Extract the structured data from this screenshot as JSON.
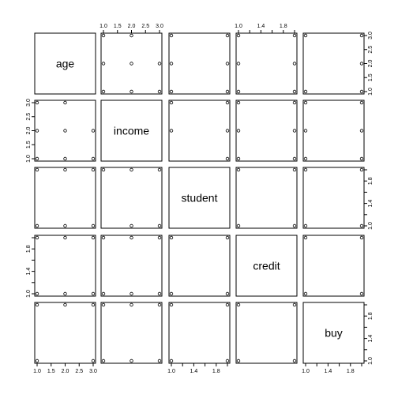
{
  "chart_data": {
    "type": "scatter",
    "subtype": "pairs-matrix",
    "variables": [
      "age",
      "income",
      "student",
      "credit",
      "buy"
    ],
    "ranges": {
      "age": [
        1,
        3
      ],
      "income": [
        1,
        3
      ],
      "student": [
        1,
        2
      ],
      "credit": [
        1,
        2
      ],
      "buy": [
        1,
        2
      ]
    },
    "ticks": {
      "age": [
        "1.0",
        "1.5",
        "2.0",
        "2.5",
        "3.0"
      ],
      "income": [
        "1.0",
        "1.5",
        "2.0",
        "2.5",
        "3.0"
      ],
      "student": [
        "1.0",
        "1.4",
        "1.8"
      ],
      "credit": [
        "1.0",
        "1.4",
        "1.8"
      ],
      "buy": [
        "1.0",
        "1.4",
        "1.8"
      ]
    },
    "tick_values": {
      "age": [
        1,
        1.5,
        2,
        2.5,
        3
      ],
      "income": [
        1,
        1.5,
        2,
        2.5,
        3
      ],
      "student": [
        1,
        1.2,
        1.4,
        1.6,
        1.8,
        2
      ],
      "credit": [
        1,
        1.2,
        1.4,
        1.6,
        1.8,
        2
      ],
      "buy": [
        1,
        1.2,
        1.4,
        1.6,
        1.8,
        2
      ]
    },
    "tick_labels_at": {
      "age": [
        1,
        1.5,
        2,
        2.5,
        3
      ],
      "income": [
        1,
        1.5,
        2,
        2.5,
        3
      ],
      "student": [
        1,
        1.4,
        1.8
      ],
      "credit": [
        1,
        1.4,
        1.8
      ],
      "buy": [
        1,
        1.4,
        1.8
      ]
    },
    "observations": {
      "age": [
        1,
        1,
        2,
        3,
        3,
        3,
        2,
        1,
        1,
        3,
        1,
        2,
        2,
        3
      ],
      "income": [
        3,
        3,
        3,
        2,
        1,
        1,
        1,
        2,
        1,
        2,
        2,
        2,
        3,
        2
      ],
      "student": [
        1,
        1,
        1,
        1,
        2,
        2,
        2,
        1,
        2,
        2,
        2,
        1,
        2,
        1
      ],
      "credit": [
        1,
        2,
        1,
        1,
        1,
        2,
        2,
        1,
        1,
        1,
        2,
        2,
        1,
        2
      ],
      "buy": [
        1,
        1,
        2,
        2,
        2,
        1,
        2,
        1,
        2,
        2,
        2,
        2,
        2,
        1
      ]
    },
    "grid": false,
    "legend": "none"
  }
}
